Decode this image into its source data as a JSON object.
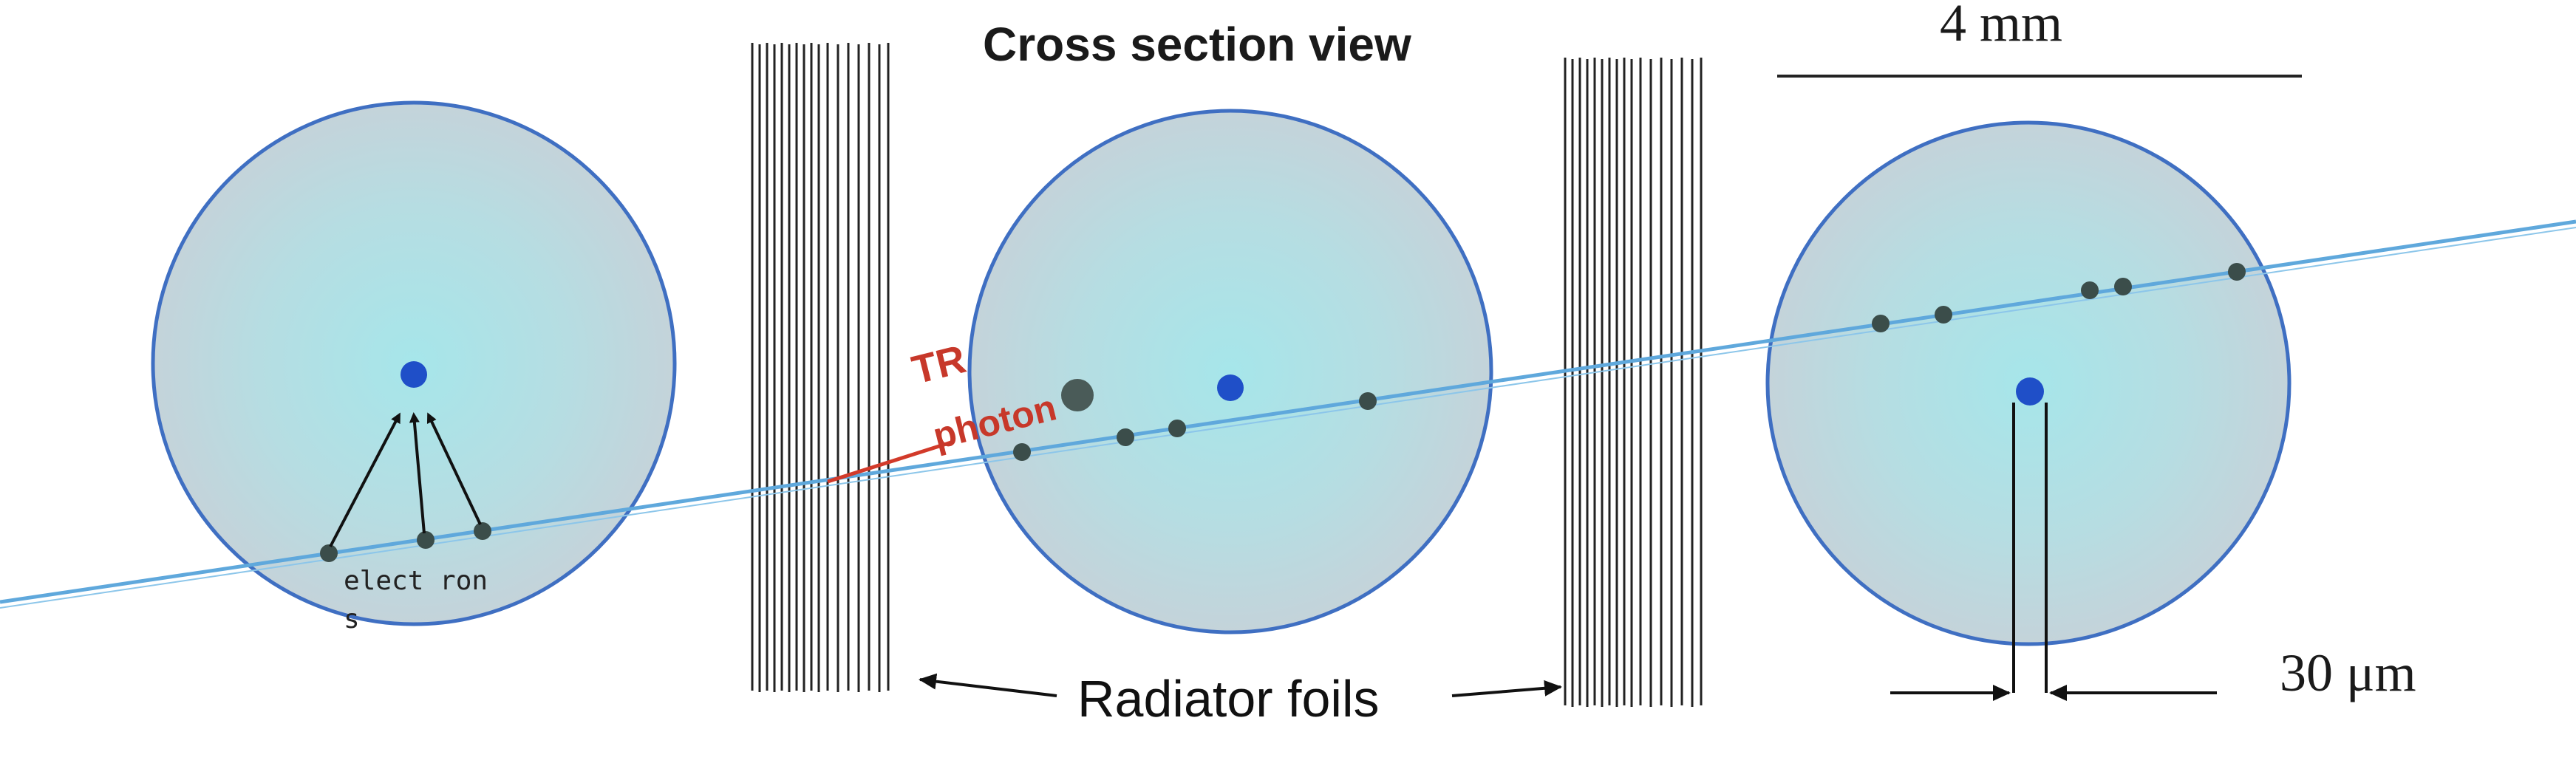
{
  "title": "Cross section view",
  "scale_label": "4 mm",
  "wire_label": "30 μm",
  "foils_label": "Radiator foils",
  "tr_label_line1": "TR",
  "tr_label_line2": "photon",
  "electron_label_line1": "elect ron",
  "electron_label_line2": "s",
  "colors": {
    "tube_fill": "#bfd6dd",
    "tube_center": "#9fe3e6",
    "tube_edge": "#3f6fc2",
    "track": "#5fa8dc",
    "photon": "#d23a2a",
    "anode": "#1f4fc8",
    "ionization": "#3b4d4a",
    "foil": "#222222"
  }
}
